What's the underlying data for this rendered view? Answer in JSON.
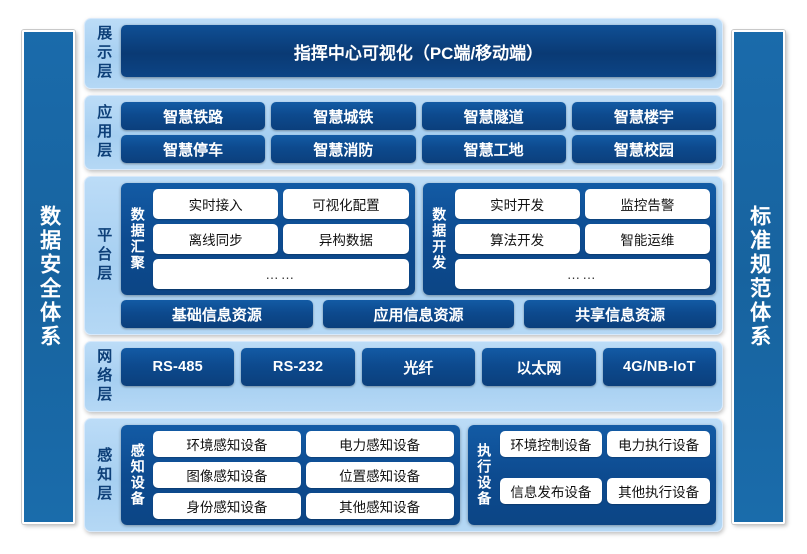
{
  "left_pillar": {
    "label": "数据安全体系"
  },
  "right_pillar": {
    "label": "标准规范体系"
  },
  "layers": {
    "presentation": {
      "label": "展示层",
      "bar": "指挥中心可视化（PC端/移动端）"
    },
    "application": {
      "label": "应用层",
      "row1": [
        "智慧铁路",
        "智慧城铁",
        "智慧隧道",
        "智慧楼宇"
      ],
      "row2": [
        "智慧停车",
        "智慧消防",
        "智慧工地",
        "智慧校园"
      ]
    },
    "platform": {
      "label": "平台层",
      "group_left": {
        "label": "数据汇聚",
        "items": [
          "实时接入",
          "可视化配置",
          "离线同步",
          "异构数据"
        ],
        "more": "……"
      },
      "group_right": {
        "label": "数据开发",
        "items": [
          "实时开发",
          "监控告警",
          "算法开发",
          "智能运维"
        ],
        "more": "……"
      },
      "resources": [
        "基础信息资源",
        "应用信息资源",
        "共享信息资源"
      ]
    },
    "network": {
      "label": "网络层",
      "items": [
        "RS-485",
        "RS-232",
        "光纤",
        "以太网",
        "4G/NB-IoT"
      ]
    },
    "sensing": {
      "label": "感知层",
      "group_left": {
        "label": "感知设备",
        "items": [
          "环境感知设备",
          "电力感知设备",
          "图像感知设备",
          "位置感知设备",
          "身份感知设备",
          "其他感知设备"
        ]
      },
      "group_right": {
        "label": "执行设备",
        "items": [
          "环境控制设备",
          "电力执行设备",
          "信息发布设备",
          "其他执行设备"
        ]
      }
    }
  },
  "colors": {
    "pillar_blue": "#1a6bab",
    "panel_light_blue": "#a6cff1",
    "chip_dark_blue": "#0d4a8e",
    "present_navy": "#0a3a74",
    "white_chip": "#ffffff",
    "label_text": "#0d3f78"
  }
}
